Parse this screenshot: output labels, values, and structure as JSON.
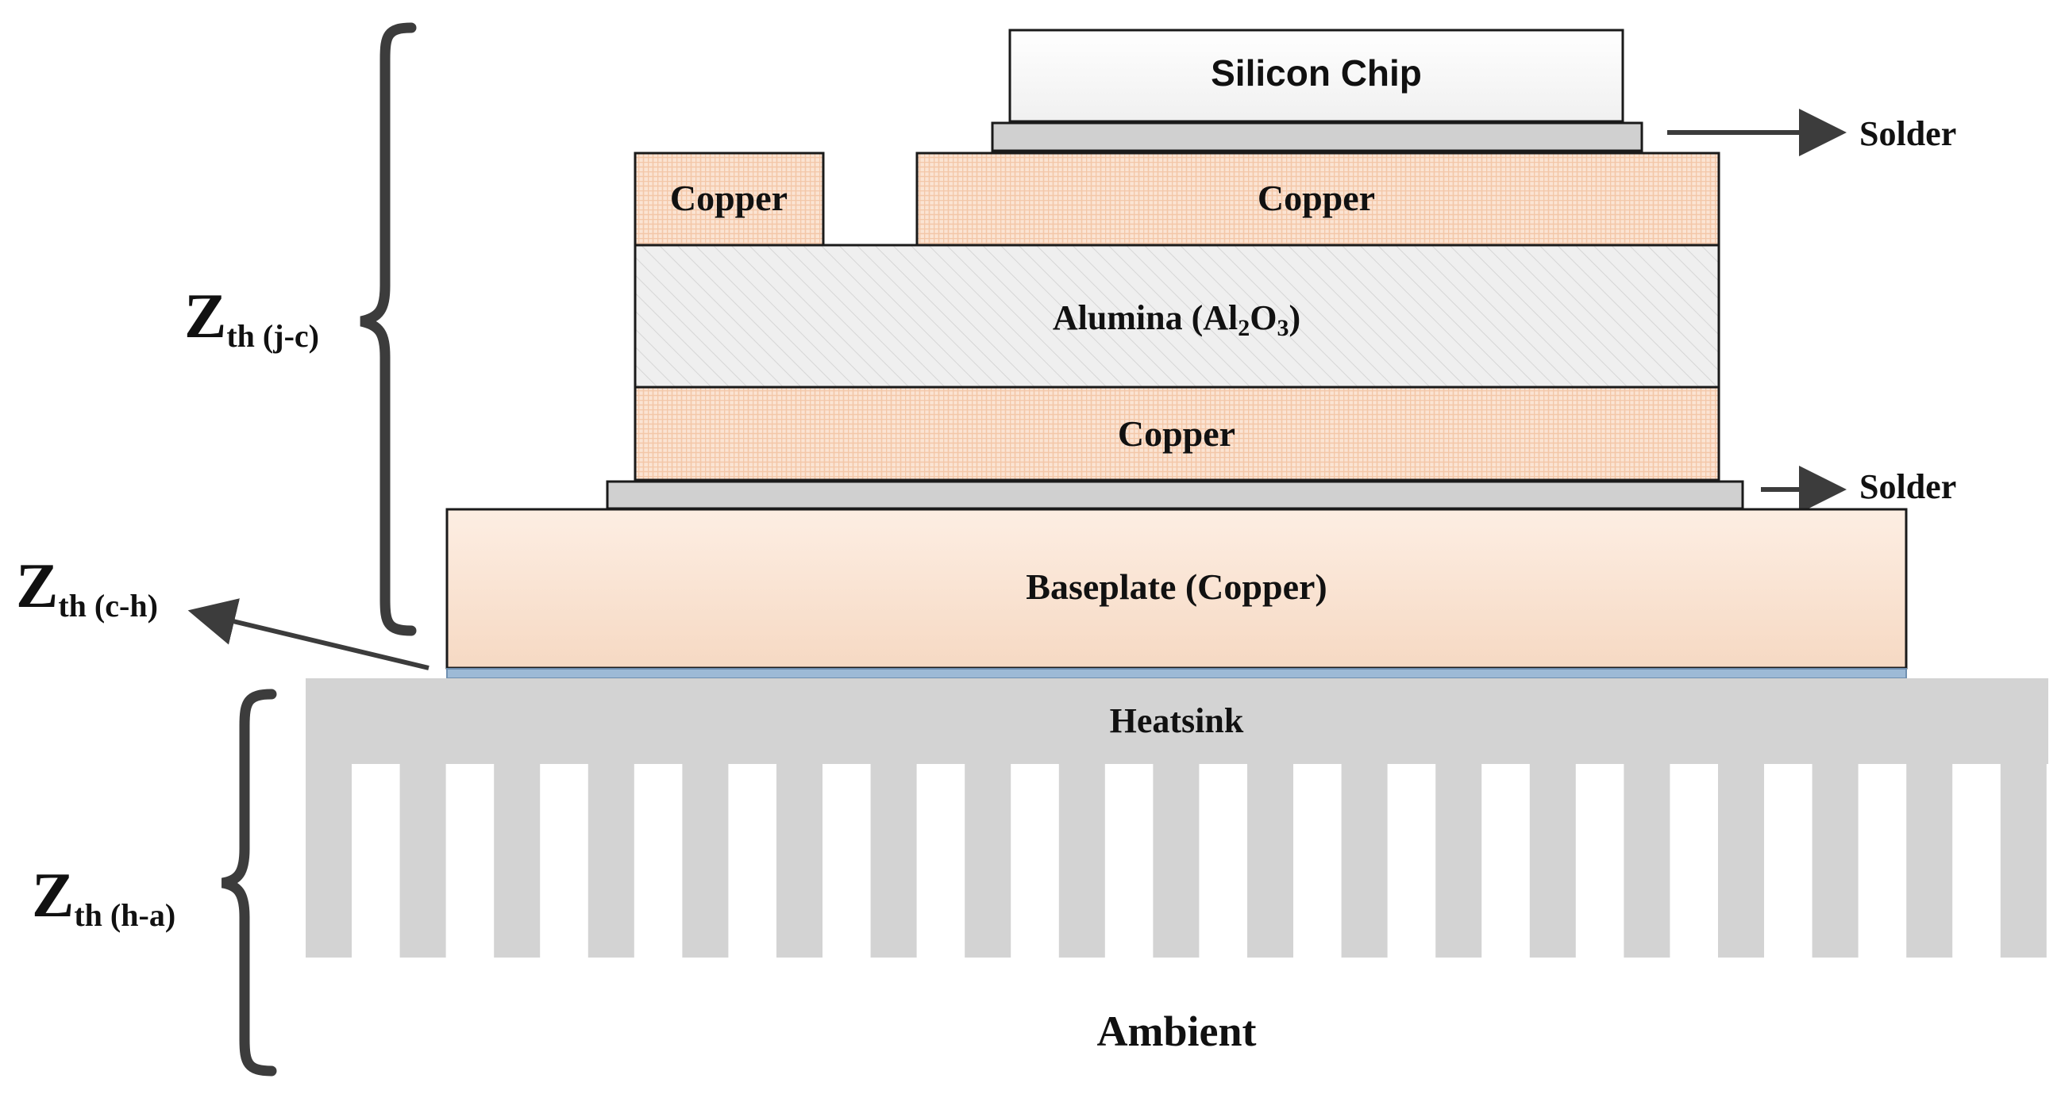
{
  "diagram": {
    "layers": {
      "silicon_chip": "Silicon Chip",
      "copper_top_left": "Copper",
      "copper_top_right": "Copper",
      "alumina_prefix": "Alumina (Al",
      "alumina_sub1": "2",
      "alumina_mid": "O",
      "alumina_sub2": "3",
      "alumina_suffix": ")",
      "copper_bottom": "Copper",
      "baseplate": "Baseplate (Copper)",
      "heatsink": "Heatsink",
      "ambient": "Ambient"
    },
    "annotations": {
      "solder_top": "Solder",
      "solder_bottom": "Solder"
    },
    "impedances": {
      "jc": {
        "main": "Z",
        "sub": "th (j-c)"
      },
      "ch": {
        "main": "Z",
        "sub": "th (c-h)"
      },
      "ha": {
        "main": "Z",
        "sub": "th (h-a)"
      }
    },
    "colors": {
      "copper_fill": "#fbe4d3",
      "copper_grid": "#f3c7a8",
      "alumina_fill": "#efefef",
      "alumina_hatch": "#d6d6d6",
      "solder_fill": "#d0d0d0",
      "baseplate_top": "#fdeee3",
      "baseplate_bottom": "#f6d9c3",
      "thermal_interface": "#9dbad6",
      "heatsink_fill": "#d3d3d3",
      "bracket": "#3c3c3c",
      "arrow": "#3c3c3c"
    }
  }
}
